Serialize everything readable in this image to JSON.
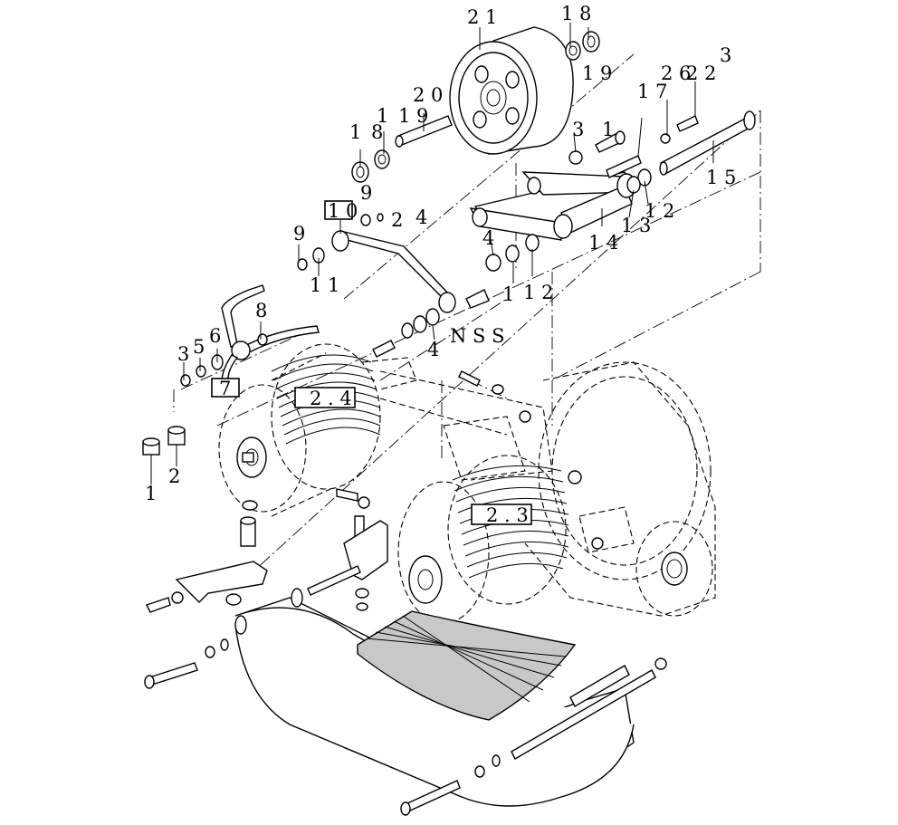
{
  "labels": {
    "l_1_pin": "1",
    "l_2_pin": "2",
    "l_3": "3",
    "l_5": "5",
    "l_6": "6",
    "l_7": "7",
    "l_8": "8",
    "l_9a": "9",
    "l_11": "1 1",
    "l_10": "1 0",
    "l_9b": "9",
    "l_2b": "2",
    "l_4a": "4",
    "l_18a": "1",
    "l_18b": "8",
    "l_1a": "1",
    "l_19": "1 9",
    "l_20": "2 0",
    "l_21": "2 1",
    "l_18c": "1 8",
    "l_19b": "1 9",
    "l_3b": "3",
    "l_17": "1 7",
    "l_1b": "1",
    "l_26": "2 6",
    "l_22": "2 2",
    "l_3c": "3",
    "l_15": "1 5",
    "l_12": "1 2",
    "l_13": "1 3",
    "l_14": "1 4",
    "l_4b": "4",
    "l_1c": "1",
    "l_12b": "1 2",
    "l_4c": "4",
    "l_nss": "N S S",
    "box_24a": "2 . 4",
    "box_23": "2 . 3"
  }
}
